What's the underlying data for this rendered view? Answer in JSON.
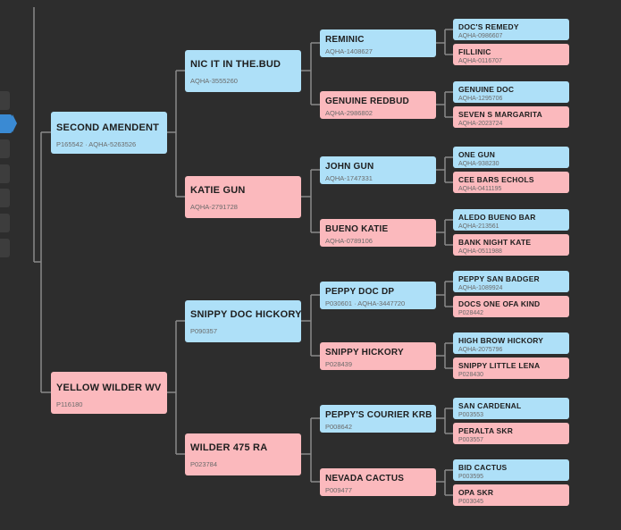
{
  "pedigree": {
    "sire": {
      "name": "SECOND AMENDENT",
      "reg": "P165542 · AQHA-5263526",
      "sex": "m",
      "sire": {
        "name": "NIC IT IN THE.BUD",
        "reg": "AQHA-3555260",
        "sex": "m",
        "sire": {
          "name": "REMINIC",
          "reg": "AQHA-1408627",
          "sex": "m",
          "sire": {
            "name": "DOC'S REMEDY",
            "reg": "AQHA-0986607",
            "sex": "m"
          },
          "dam": {
            "name": "FILLINIC",
            "reg": "AQHA-0116707",
            "sex": "f"
          }
        },
        "dam": {
          "name": "GENUINE REDBUD",
          "reg": "AQHA-2986802",
          "sex": "f",
          "sire": {
            "name": "GENUINE DOC",
            "reg": "AQHA-1295706",
            "sex": "m"
          },
          "dam": {
            "name": "SEVEN S MARGARITA",
            "reg": "AQHA-2023724",
            "sex": "f"
          }
        }
      },
      "dam": {
        "name": "KATIE GUN",
        "reg": "AQHA-2791728",
        "sex": "f",
        "sire": {
          "name": "JOHN GUN",
          "reg": "AQHA-1747331",
          "sex": "m",
          "sire": {
            "name": "ONE GUN",
            "reg": "AQHA-938230",
            "sex": "m"
          },
          "dam": {
            "name": "CEE BARS ECHOLS",
            "reg": "AQHA-0411195",
            "sex": "f"
          }
        },
        "dam": {
          "name": "BUENO KATIE",
          "reg": "AQHA-0789106",
          "sex": "f",
          "sire": {
            "name": "ALEDO BUENO BAR",
            "reg": "AQHA-213561",
            "sex": "m"
          },
          "dam": {
            "name": "BANK NIGHT KATE",
            "reg": "AQHA-0511988",
            "sex": "f"
          }
        }
      }
    },
    "dam": {
      "name": "YELLOW WILDER WV",
      "reg": "P116180",
      "sex": "f",
      "sire": {
        "name": "SNIPPY DOC HICKORY",
        "reg": "P090357",
        "sex": "m",
        "sire": {
          "name": "PEPPY DOC DP",
          "reg": "P030601 · AQHA-3447720",
          "sex": "m",
          "sire": {
            "name": "PEPPY SAN BADGER",
            "reg": "AQHA-1089924",
            "sex": "m"
          },
          "dam": {
            "name": "DOCS ONE OFA KIND",
            "reg": "P028442",
            "sex": "f"
          }
        },
        "dam": {
          "name": "SNIPPY HICKORY",
          "reg": "P028439",
          "sex": "f",
          "sire": {
            "name": "HIGH BROW HICKORY",
            "reg": "AQHA-2075796",
            "sex": "m"
          },
          "dam": {
            "name": "SNIPPY LITTLE LENA",
            "reg": "P028430",
            "sex": "f"
          }
        }
      },
      "dam": {
        "name": "WILDER 475 RA",
        "reg": "P023784",
        "sex": "f",
        "sire": {
          "name": "PEPPY'S COURIER KRB",
          "reg": "P008642",
          "sex": "m",
          "sire": {
            "name": "SAN CARDENAL",
            "reg": "P003553",
            "sex": "m"
          },
          "dam": {
            "name": "PERALTA SKR",
            "reg": "P003557",
            "sex": "f"
          }
        },
        "dam": {
          "name": "NEVADA CACTUS",
          "reg": "P009477",
          "sex": "f",
          "sire": {
            "name": "BID CACTUS",
            "reg": "P003595",
            "sex": "m"
          },
          "dam": {
            "name": "OPA SKR",
            "reg": "P003045",
            "sex": "f"
          }
        }
      }
    }
  },
  "colors": {
    "background": "#2d2d2d",
    "male": "#aee0f8",
    "female": "#fbb9bd",
    "connector": "#8a8a8a",
    "accent": "#3a8ad3"
  }
}
